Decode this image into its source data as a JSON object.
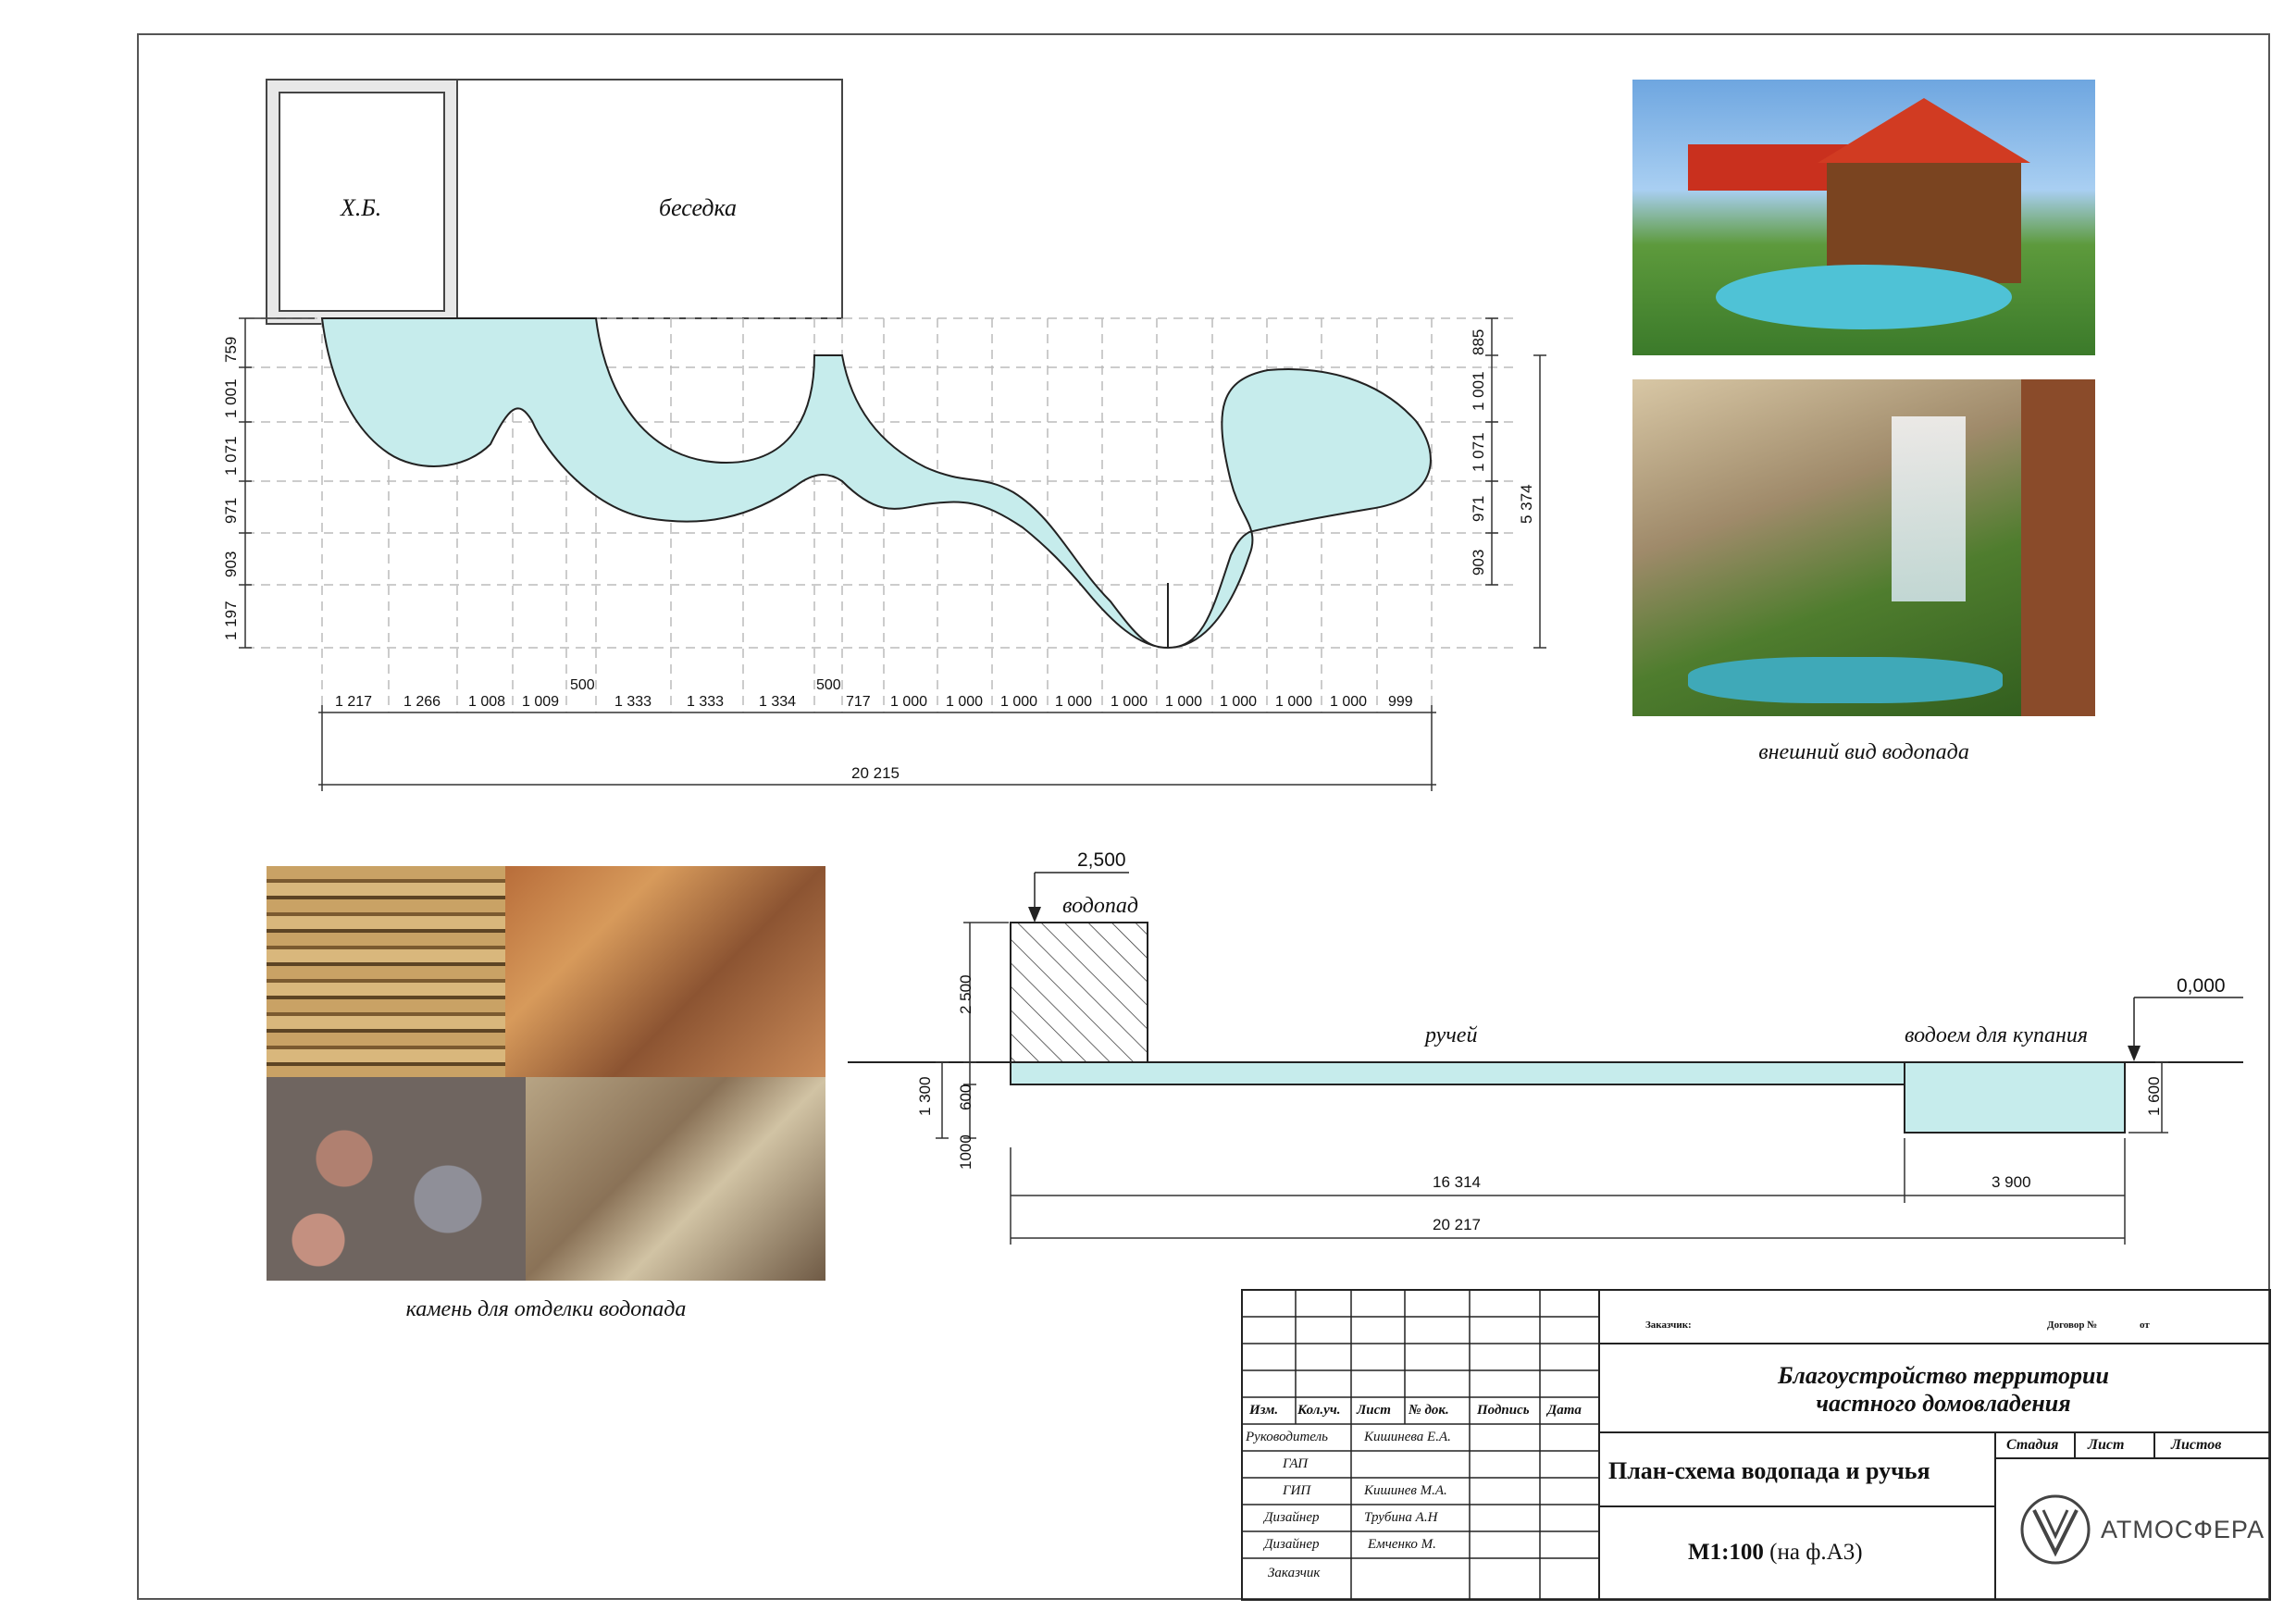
{
  "plan": {
    "label_hb": "Х.Б.",
    "label_gazebo": "беседка",
    "left_dims": [
      "759",
      "1 001",
      "1 071",
      "971",
      "903",
      "1 197"
    ],
    "right_dims": [
      "885",
      "1 001",
      "1 071",
      "971",
      "903"
    ],
    "right_total": "5 374",
    "bottom_dims": [
      "1 217",
      "1 266",
      "1 008",
      "1 009",
      "1 333",
      "1 333",
      "1 334",
      "717",
      "1 000",
      "1 000",
      "1 000",
      "1 000",
      "1 000",
      "1 000",
      "1 000",
      "1 000",
      "1 000",
      "999"
    ],
    "bottom_offsets": [
      "500",
      "500"
    ],
    "bottom_total": "20 215"
  },
  "photos": {
    "caption_waterfall": "внешний вид водопада",
    "caption_stone": "камень для отделки водопада"
  },
  "section": {
    "top_level": "2,500",
    "label_waterfall": "водопад",
    "label_stream": "ручей",
    "label_pool": "водоем для купания",
    "zero_level": "0,000",
    "dim_2500": "2 500",
    "dim_1300": "1 300",
    "dim_600": "600",
    "dim_1000": "1000",
    "dim_1600": "1 600",
    "dim_16314": "16 314",
    "dim_3900": "3 900",
    "dim_20217": "20 217"
  },
  "title_block": {
    "customer_label": "Заказчик:",
    "contract_label": "Договор №",
    "contract_from": "от",
    "project_title_1": "Благоустройство территории",
    "project_title_2": "частного домовладения",
    "sheet_title": "План-схема водопада и ручья",
    "scale_bold": "М1:100",
    "scale_rest": "(на ф.А3)",
    "headers": [
      "Изм.",
      "Кол.уч.",
      "Лист",
      "№ док.",
      "Подпись",
      "Дата"
    ],
    "stage_headers": [
      "Стадия",
      "Лист",
      "Листов"
    ],
    "roles": [
      {
        "role": "Руководитель",
        "name": "Кишинева Е.А."
      },
      {
        "role": "ГАП",
        "name": ""
      },
      {
        "role": "ГИП",
        "name": "Кишинев М.А."
      },
      {
        "role": "Дизайнер",
        "name": "Трубина А.Н"
      },
      {
        "role": "Дизайнер",
        "name": "Емченко М."
      },
      {
        "role": "Заказчик",
        "name": ""
      }
    ],
    "brand": "АТМОСФЕРА"
  },
  "colors": {
    "water": "#c6ecec",
    "frame": "#444444",
    "dim_line": "#333333"
  }
}
